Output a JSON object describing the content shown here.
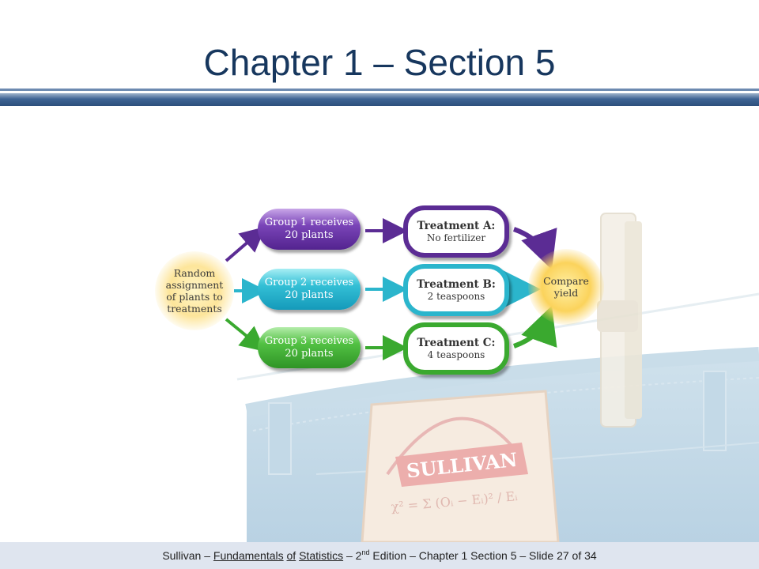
{
  "slide": {
    "title": "Chapter 1 – Section 5"
  },
  "diagram": {
    "random": [
      "Random",
      "assignment",
      "of plants to",
      "treatments"
    ],
    "groups": [
      {
        "line1": "Group 1 receives",
        "line2": "20 plants"
      },
      {
        "line1": "Group 2 receives",
        "line2": "20 plants"
      },
      {
        "line1": "Group 3 receives",
        "line2": "20 plants"
      }
    ],
    "treatments": [
      {
        "head": "Treatment A:",
        "sub": "No fertilizer"
      },
      {
        "head": "Treatment B:",
        "sub": "2 teaspoons"
      },
      {
        "head": "Treatment C:",
        "sub": "4 teaspoons"
      }
    ],
    "compare": [
      "Compare",
      "yield"
    ],
    "colors": {
      "group1": "#5b2c94",
      "group2": "#2bb5cc",
      "group3": "#3aa92f",
      "glow": "#fbd35c"
    }
  },
  "background": {
    "label_brand": "SULLIVAN",
    "label_formula": "χ² = Σ (Oᵢ − Eᵢ)² / Eᵢ"
  },
  "footer": {
    "prefix": "Sullivan – ",
    "word1": "Fundamentals",
    "word2": "of",
    "word3": "Statistics",
    "dash1": " – 2",
    "sup": "nd",
    "rest": " Edition – Chapter 1 Section 5 – Slide 27 of 34"
  }
}
